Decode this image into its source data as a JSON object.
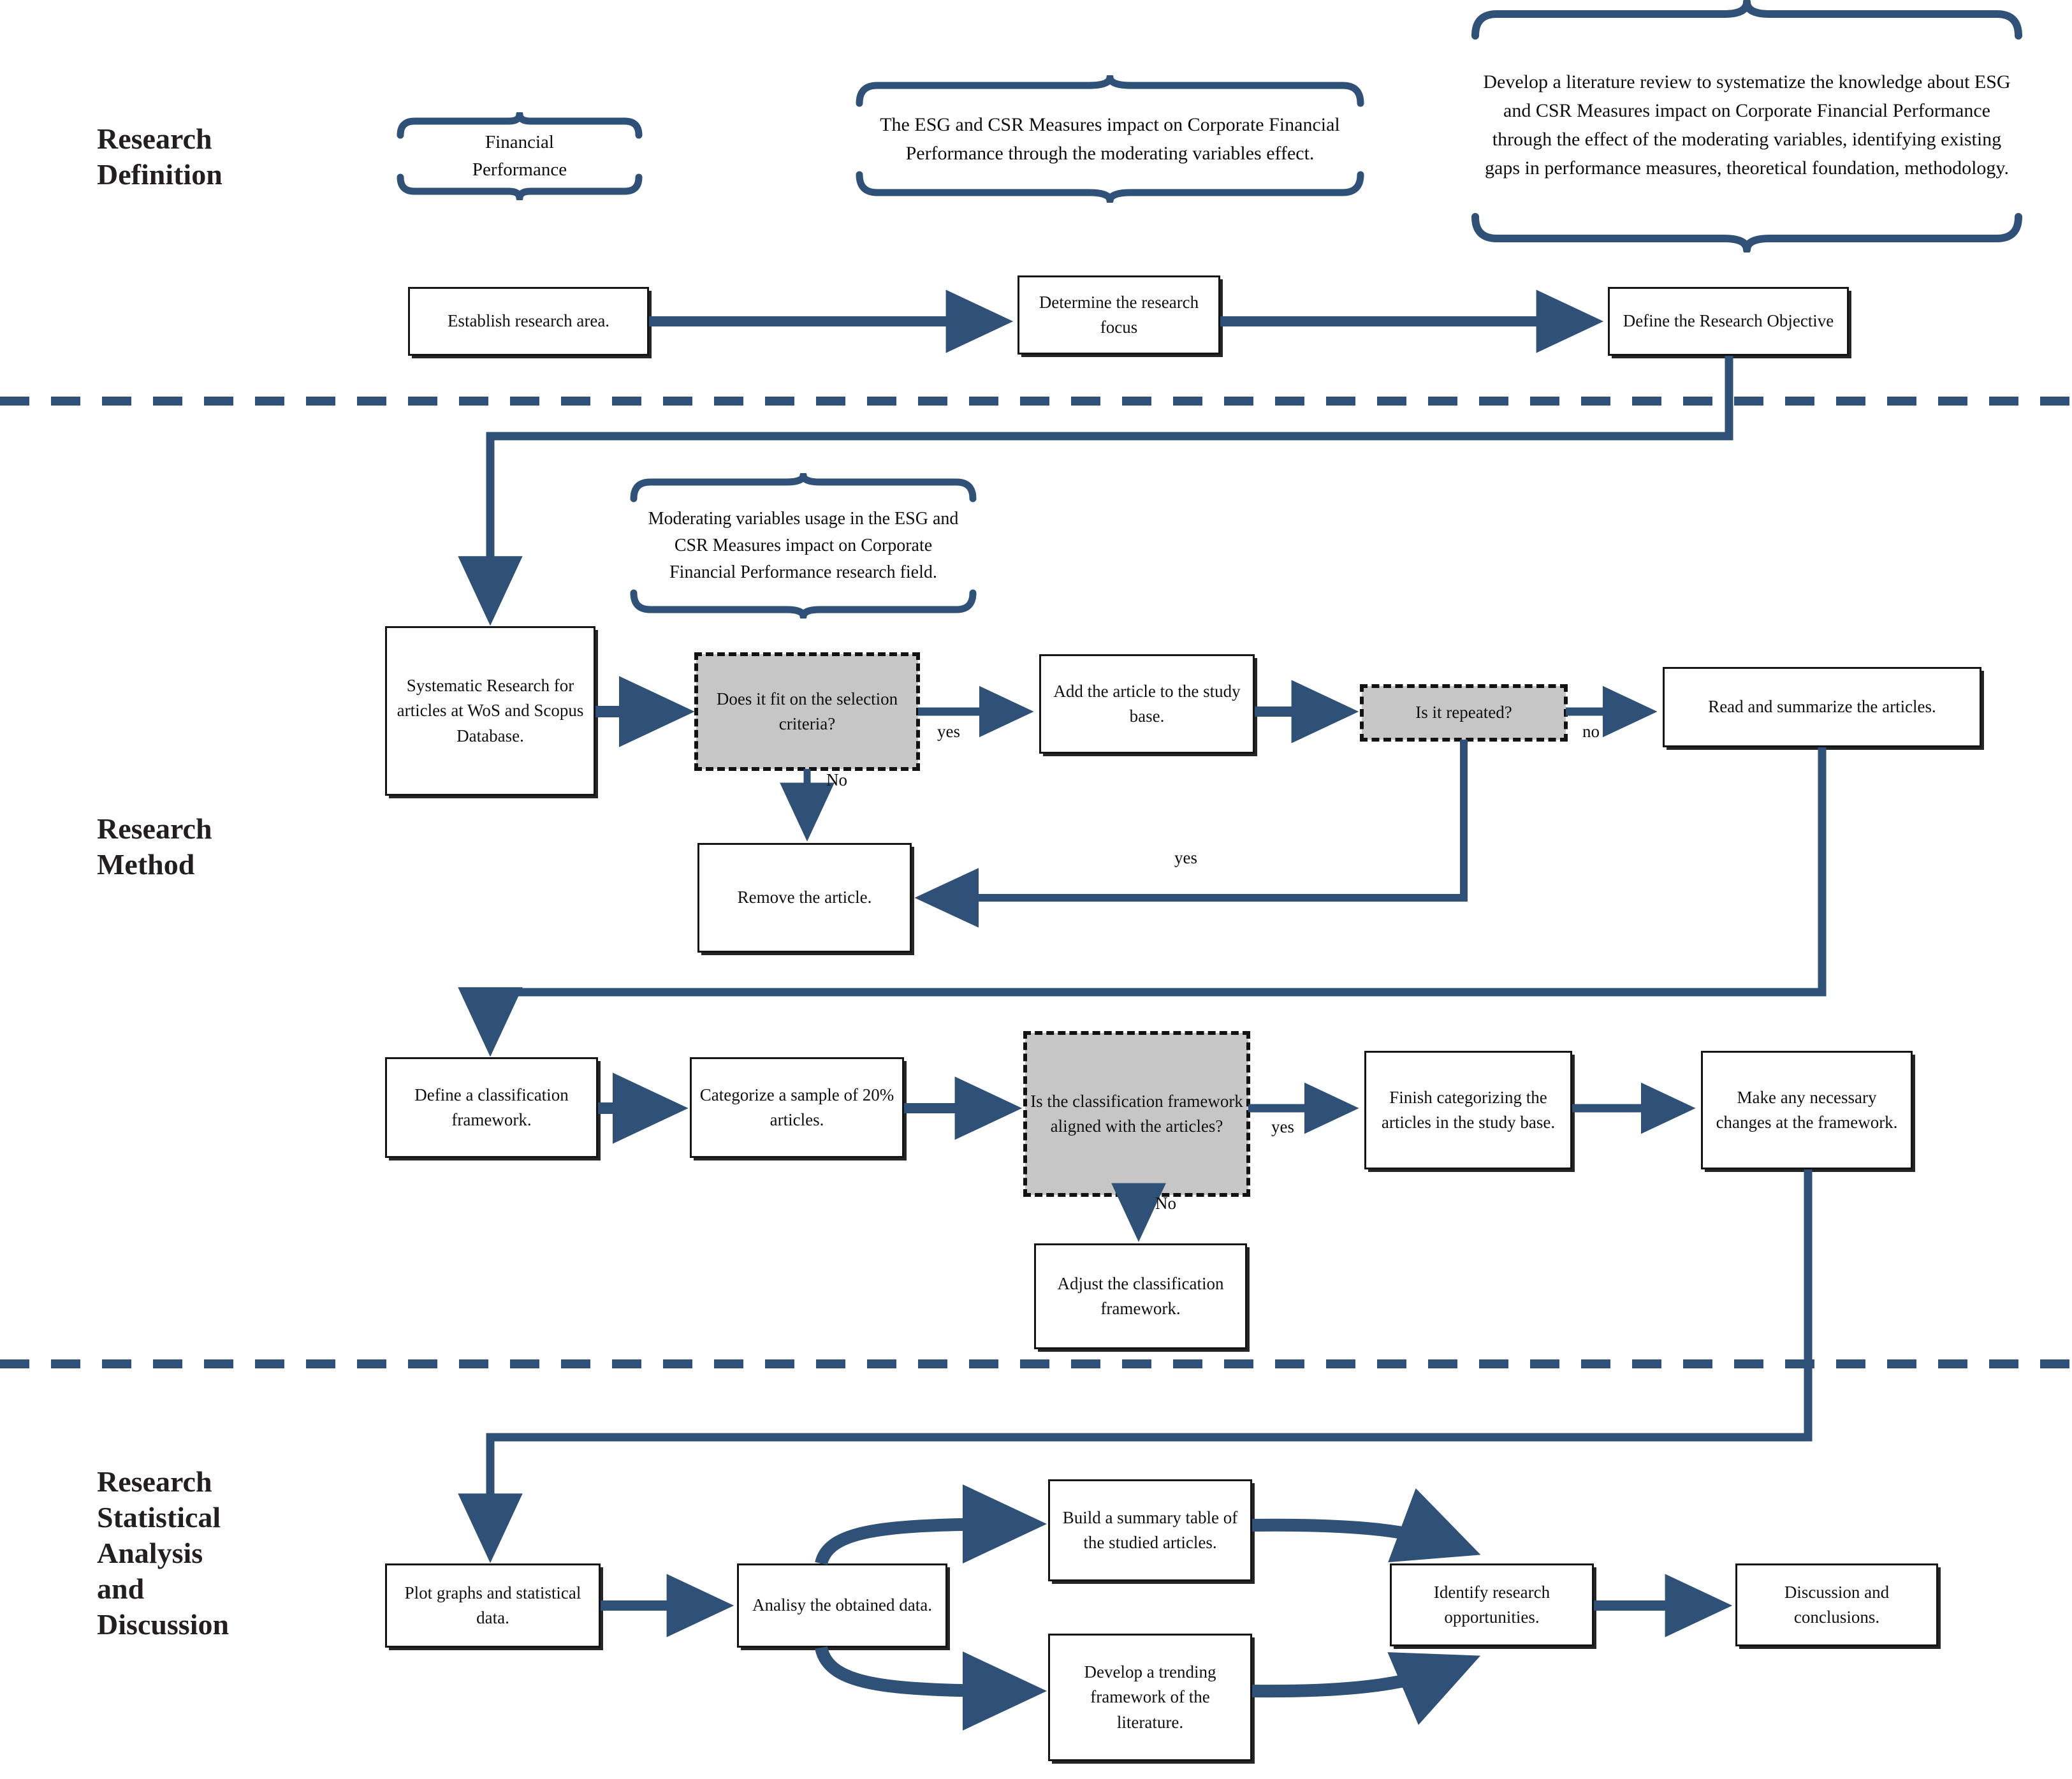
{
  "colors": {
    "accent": "#2f5077",
    "node_border": "#141414",
    "decision_fill": "#c6c6c6",
    "text": "#101010"
  },
  "sections": [
    {
      "id": "research-definition",
      "label": "Research\nDefinition"
    },
    {
      "id": "research-method",
      "label": "Research\nMethod"
    },
    {
      "id": "research-statistical",
      "label": "Research\nStatistical\nAnalysis\nand\nDiscussion"
    }
  ],
  "callouts": [
    {
      "id": "financial-performance",
      "text": "Financial\nPerformance"
    },
    {
      "id": "research-focus-statement",
      "text": "The ESG and CSR Measures impact on Corporate Financial Performance through the moderating variables effect."
    },
    {
      "id": "research-objective-statement",
      "text": "Develop a literature review to systematize the knowledge about ESG and CSR Measures impact on Corporate Financial Performance through the effect of the moderating variables, identifying existing gaps in performance measures, theoretical foundation, methodology."
    },
    {
      "id": "moderating-variables-statement",
      "text": "Moderating variables usage in the ESG and CSR Measures impact on Corporate Financial Performance research field."
    }
  ],
  "nodes": [
    {
      "id": "establish-research-area",
      "text": "Establish research area.",
      "type": "process"
    },
    {
      "id": "determine-research-focus",
      "text": "Determine the research focus",
      "type": "process"
    },
    {
      "id": "define-research-objective",
      "text": "Define the Research Objective",
      "type": "process"
    },
    {
      "id": "systematic-research",
      "text": "Systematic Research for articles at WoS and Scopus Database.",
      "type": "process"
    },
    {
      "id": "selection-criteria-decision",
      "text": "Does it fit on the selection criteria?",
      "type": "decision"
    },
    {
      "id": "add-article",
      "text": "Add the article to the study base.",
      "type": "process"
    },
    {
      "id": "is-repeated-decision",
      "text": "Is it repeated?",
      "type": "decision"
    },
    {
      "id": "read-summarize",
      "text": "Read and summarize the articles.",
      "type": "process"
    },
    {
      "id": "remove-article",
      "text": "Remove the article.",
      "type": "process"
    },
    {
      "id": "define-classification-framework",
      "text": "Define a classification framework.",
      "type": "process"
    },
    {
      "id": "categorize-sample",
      "text": "Categorize a sample of 20% articles.",
      "type": "process"
    },
    {
      "id": "framework-aligned-decision",
      "text": "Is the classification framework aligned with the articles?",
      "type": "decision"
    },
    {
      "id": "finish-categorizing",
      "text": "Finish categorizing the articles in the study base.",
      "type": "process"
    },
    {
      "id": "make-changes",
      "text": "Make any necessary changes at the framework.",
      "type": "process"
    },
    {
      "id": "adjust-classification-framework",
      "text": "Adjust the classification framework.",
      "type": "process"
    },
    {
      "id": "plot-graphs",
      "text": "Plot graphs and statistical data.",
      "type": "process"
    },
    {
      "id": "analise-data",
      "text": "Analisy the obtained data.",
      "type": "process"
    },
    {
      "id": "build-summary-table",
      "text": "Build a summary table of the studied articles.",
      "type": "process"
    },
    {
      "id": "develop-trending-framework",
      "text": "Develop a trending framework of the literature.",
      "type": "process"
    },
    {
      "id": "identify-opportunities",
      "text": "Identify research opportunities.",
      "type": "process"
    },
    {
      "id": "discussion-conclusions",
      "text": "Discussion and conclusions.",
      "type": "process"
    }
  ],
  "edge_labels": [
    {
      "id": "criteria-yes",
      "text": "yes"
    },
    {
      "id": "criteria-no",
      "text": "No"
    },
    {
      "id": "repeated-no",
      "text": "no"
    },
    {
      "id": "repeated-yes",
      "text": "yes"
    },
    {
      "id": "aligned-yes",
      "text": "yes"
    },
    {
      "id": "aligned-no",
      "text": "No"
    }
  ]
}
